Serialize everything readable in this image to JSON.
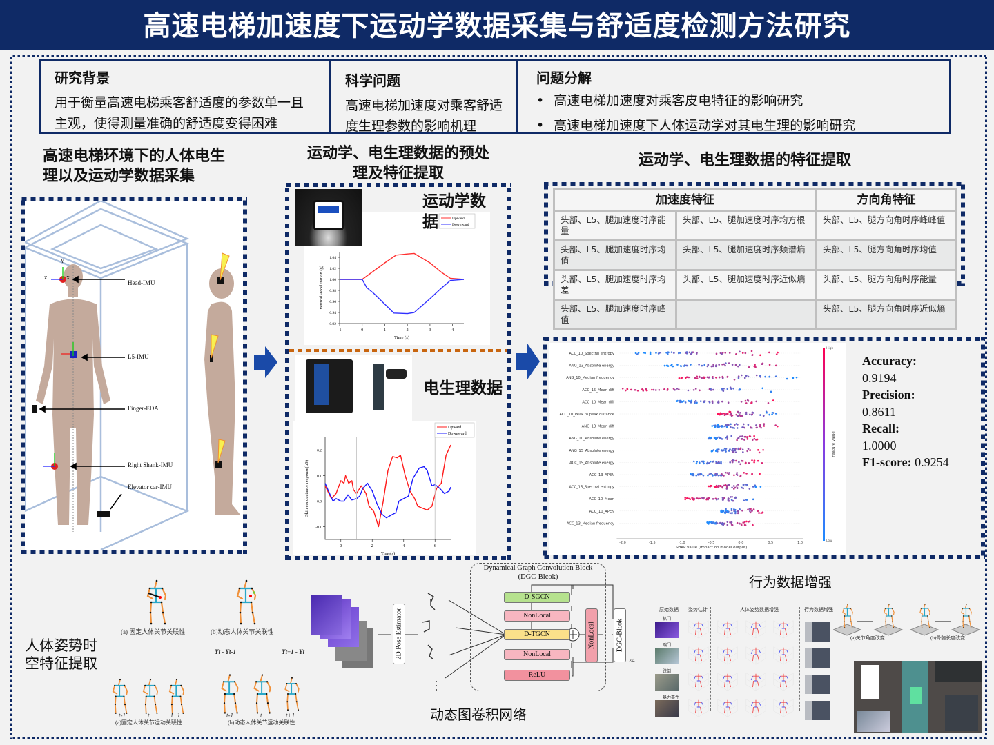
{
  "title": "高速电梯加速度下运动学数据采集与舒适度检测方法研究",
  "top": {
    "background": {
      "heading": "研究背景",
      "text": "用于衡量高速电梯乘客舒适度的参数单一且主观，使得测量准确的舒适度变得困难"
    },
    "question": {
      "heading": "科学问题",
      "text": "高速电梯加速度对乘客舒适度生理参数的影响机理"
    },
    "decomposition": {
      "heading": "问题分解",
      "items": [
        "高速电梯加速度对乘客皮电特征的影响研究",
        "高速电梯加速度下人体运动学对其电生理的影响研究"
      ]
    }
  },
  "section1": {
    "title": "高速电梯环境下的人体电生理以及运动学数据采集",
    "labels": {
      "head": "Head-IMU",
      "l5": "L5-IMU",
      "finger": "Finger-EDA",
      "shank": "Right Shank-IMU",
      "car": "Elevator car-IMU"
    },
    "axes": {
      "x": "X",
      "y": "Y",
      "z": "Z"
    }
  },
  "section2": {
    "title": "运动学、电生理数据的预处理及特征提取",
    "kin_label": "运动学数据",
    "ephys_label": "电生理数据"
  },
  "section3": {
    "title": "运动学、电生理数据的特征提取",
    "table": {
      "headers": [
        "加速度特征",
        "方向角特征"
      ],
      "rows": [
        [
          "头部、L5、腿加速度时序能量",
          "头部、L5、腿加速度时序均方根",
          "头部、L5、腿方向角时序峰峰值"
        ],
        [
          "头部、L5、腿加速度时序均值",
          "头部、L5、腿加速度时序频谱熵",
          "头部、L5、腿方向角时序均值"
        ],
        [
          "头部、L5、腿加速度时序均差",
          "头部、L5、腿加速度时序近似熵",
          "头部、L5、腿方向角时序能量"
        ],
        [
          "头部、L5、腿加速度时序峰值",
          "",
          "头部、L5、腿方向角时序近似熵"
        ]
      ]
    },
    "metrics": [
      {
        "name": "Accuracy:",
        "value": "0.9194"
      },
      {
        "name": "Precision:",
        "value": "0.8611"
      },
      {
        "name": "Recall:",
        "value": "1.0000"
      },
      {
        "name": "F1-score:",
        "value": "0.9254"
      }
    ]
  },
  "bottom": {
    "pose_title": "人体姿势时空特征提取",
    "captions": [
      "(a) 固定人体关节关联性",
      "(b)动态人体关节关联性",
      "(a)固定人体关节运动关联性",
      "(b)动态人体关节运动关联性"
    ],
    "time_labels": [
      "t-1",
      "t",
      "t+1"
    ],
    "diff_labels": [
      "Yt - Yt-1",
      "Yt+1 - Yt"
    ],
    "dgc": {
      "title": "Dynamical Graph Convolution Block",
      "subtitle": "(DGC-Blcok)",
      "estimator": "2D Pose Estimator",
      "blocks": [
        "D-SGCN",
        "NonLocal",
        "D-TGCN",
        "NonLocal",
        "ReLU"
      ],
      "side_block": "NonLocal",
      "repeat_block": "DGC-Blcok",
      "repeat": "×4",
      "caption": "动态图卷积网络"
    },
    "aug": {
      "title": "行为数据增强",
      "col_heads": [
        "原始数据",
        "姿势估计",
        "人体姿势数据增强",
        "行为数据增强"
      ],
      "rows": [
        "扒门",
        "踹门",
        "跌倒",
        "暴力事件"
      ],
      "captions": [
        "(a)关节角度改变",
        "(b)骨骼长度改变"
      ]
    }
  },
  "colors": {
    "navy": "#0f2a66",
    "upward": "#ff2020",
    "downward": "#2020ff",
    "orange": "#c8650f"
  },
  "chart_data": [
    {
      "type": "line",
      "title": "",
      "xlabel": "Time (s)",
      "ylabel": "Vertical Acceleration (g)",
      "xlim": [
        -1,
        4.5
      ],
      "ylim": [
        0.92,
        1.05
      ],
      "xticks": [
        -1,
        0,
        1,
        2,
        3,
        4
      ],
      "yticks": [
        "0.92",
        "0.94",
        "0.96",
        "0.98",
        "1.00",
        "1.02",
        "1.04"
      ],
      "legend": "top-right",
      "series": [
        {
          "name": "Upward",
          "color": "#ff3030",
          "x": [
            -1,
            0,
            0.5,
            1,
            1.5,
            2,
            2.3,
            3,
            3.5,
            3.9,
            4.5
          ],
          "y": [
            1.0,
            1.0,
            1.015,
            1.03,
            1.044,
            1.046,
            1.047,
            1.03,
            1.013,
            1.002,
            1.0
          ]
        },
        {
          "name": "Downward",
          "color": "#3030ff",
          "x": [
            -1,
            0,
            0.2,
            0.5,
            1,
            1.4,
            2,
            2.3,
            3,
            3.5,
            3.9,
            4.5
          ],
          "y": [
            1.0,
            1.0,
            0.985,
            0.975,
            0.955,
            0.939,
            0.938,
            0.94,
            0.965,
            0.984,
            0.998,
            1.0
          ]
        }
      ]
    },
    {
      "type": "line",
      "title": "",
      "xlabel": "Time(s)",
      "ylabel": "Skin conductance response(μS)",
      "xlim": [
        -1,
        7
      ],
      "ylim": [
        -0.15,
        0.25
      ],
      "xticks": [
        0,
        2,
        4,
        6
      ],
      "yticks": [
        "-0.1",
        "0.0",
        "0.1",
        "0.2"
      ],
      "legend": "top-right",
      "series": [
        {
          "name": "Upward",
          "color": "#ff1a1a",
          "x": [
            -1,
            -0.6,
            -0.3,
            0,
            0.2,
            0.3,
            0.5,
            0.7,
            0.8,
            1,
            1.3,
            1.6,
            1.8,
            2.1,
            2.4,
            2.7,
            3,
            3.3,
            3.6,
            3.8,
            4.1,
            4.4,
            4.7,
            4.9,
            5.3,
            5.5,
            5.8,
            6.1,
            6.4,
            6.7,
            7
          ],
          "y": [
            0.06,
            0.01,
            0.03,
            0.08,
            0.07,
            0.1,
            0.07,
            0.08,
            0.045,
            0.03,
            0.06,
            0.03,
            -0.02,
            -0.04,
            -0.1,
            0.0,
            0.12,
            0.175,
            0.17,
            0.18,
            0.1,
            0.04,
            0.01,
            -0.02,
            -0.03,
            -0.035,
            -0.02,
            0.05,
            0.07,
            0.18,
            0.22
          ]
        },
        {
          "name": "Downward",
          "color": "#1a1aff",
          "x": [
            -1,
            -0.5,
            -0.3,
            0,
            0.2,
            0.45,
            0.7,
            1,
            1.2,
            1.4,
            1.7,
            2,
            2.3,
            2.6,
            2.9,
            3.2,
            3.5,
            3.7,
            4,
            4.3,
            4.6,
            5,
            5.3,
            5.5,
            5.8,
            6,
            6.3,
            6.6,
            6.9,
            7
          ],
          "y": [
            0.07,
            0.0,
            0.01,
            0.0,
            0.0,
            0.025,
            0.005,
            0.01,
            0.02,
            0.05,
            0.07,
            0.04,
            -0.01,
            -0.05,
            -0.065,
            -0.055,
            -0.045,
            0.0,
            0.01,
            0.02,
            0.09,
            0.13,
            0.135,
            0.12,
            0.06,
            0.065,
            0.05,
            0.03,
            0.04,
            0.055
          ]
        }
      ]
    },
    {
      "type": "scatter",
      "title": "",
      "xlabel": "SHAP value (impact on model output)",
      "ylabel": "Feature value",
      "xlim": [
        -2.1,
        1.05
      ],
      "xticks": [
        "-2.0",
        "-1.5",
        "-1.0",
        "-0.5",
        "0.0",
        "0.5",
        "1.0"
      ],
      "colorbar": {
        "high": "High",
        "low": "Low"
      },
      "features": [
        {
          "name": "ACC_10_Spectral entropy",
          "min": -1.8,
          "max": 0.75,
          "low_side": "blue"
        },
        {
          "name": "ANG_13_Absolute energy",
          "min": -1.3,
          "max": 0.85,
          "low_side": "blue"
        },
        {
          "name": "ANG_10_Median frequency",
          "min": -1.05,
          "max": 0.95,
          "low_side": "red"
        },
        {
          "name": "ACC_15_Mean diff",
          "min": -2.0,
          "max": 0.6,
          "low_side": "red"
        },
        {
          "name": "ACC_10_Mean diff",
          "min": -1.1,
          "max": 0.6,
          "low_side": "blue"
        },
        {
          "name": "ACC_10_Peak to peak distance",
          "min": -0.4,
          "max": 0.65,
          "low_side": "red"
        },
        {
          "name": "ANG_13_Mean diff",
          "min": -0.5,
          "max": 0.7,
          "low_side": "blue"
        },
        {
          "name": "ANG_10_Absolute energy",
          "min": -0.55,
          "max": 0.35,
          "low_side": "blue"
        },
        {
          "name": "ANG_15_Absolute energy",
          "min": -0.5,
          "max": 0.4,
          "low_side": "blue"
        },
        {
          "name": "ACC_15_Absolute energy",
          "min": -0.8,
          "max": 0.42,
          "low_side": "blue"
        },
        {
          "name": "ACC_13_APEN",
          "min": -0.85,
          "max": 0.33,
          "low_side": "blue"
        },
        {
          "name": "ACC_15_Spectral entropy",
          "min": -0.55,
          "max": 0.37,
          "low_side": "red"
        },
        {
          "name": "ACC_10_Mean",
          "min": -0.95,
          "max": 0.27,
          "low_side": "red"
        },
        {
          "name": "ACC_10_APEN",
          "min": -0.35,
          "max": 0.42,
          "low_side": "blue"
        },
        {
          "name": "ACC_13_Median frequency",
          "min": -0.57,
          "max": 0.22,
          "low_side": "blue"
        }
      ]
    }
  ]
}
